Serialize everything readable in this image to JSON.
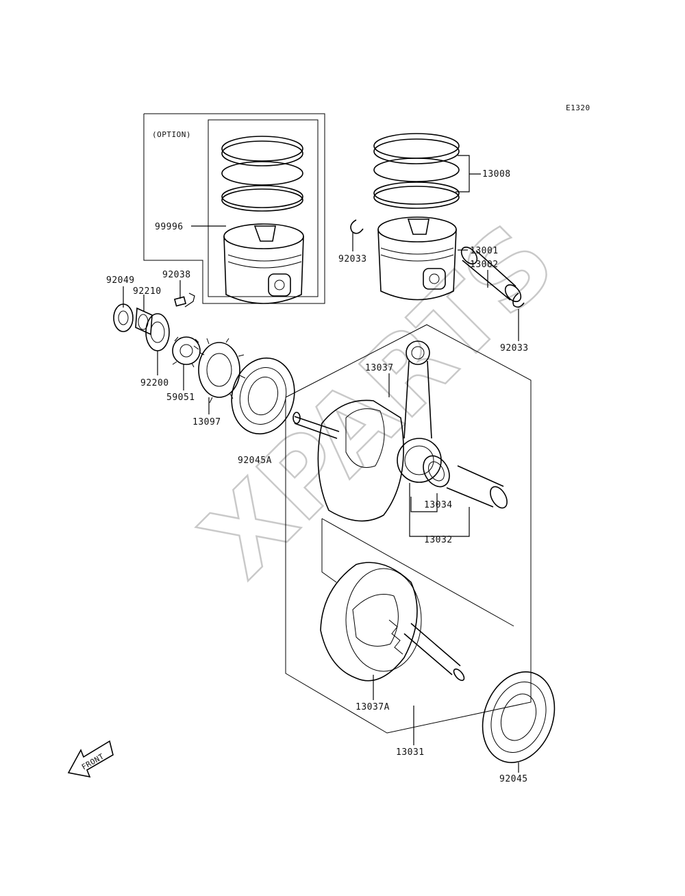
{
  "diagram_code": "E1320",
  "option_label": "(OPTION)",
  "watermark": "XPARTS",
  "front_label": "FRONT",
  "parts": {
    "p13008": "13008",
    "p92033a": "92033",
    "p13001": "13001",
    "p13002": "13002",
    "p92033b": "92033",
    "p99996": "99996",
    "p92049": "92049",
    "p92210": "92210",
    "p92038": "92038",
    "p92200": "92200",
    "p59051": "59051",
    "p13097": "13097",
    "p92045A": "92045A",
    "p13037": "13037",
    "p13034": "13034",
    "p13032": "13032",
    "p13037A": "13037A",
    "p13031": "13031",
    "p92045": "92045"
  }
}
